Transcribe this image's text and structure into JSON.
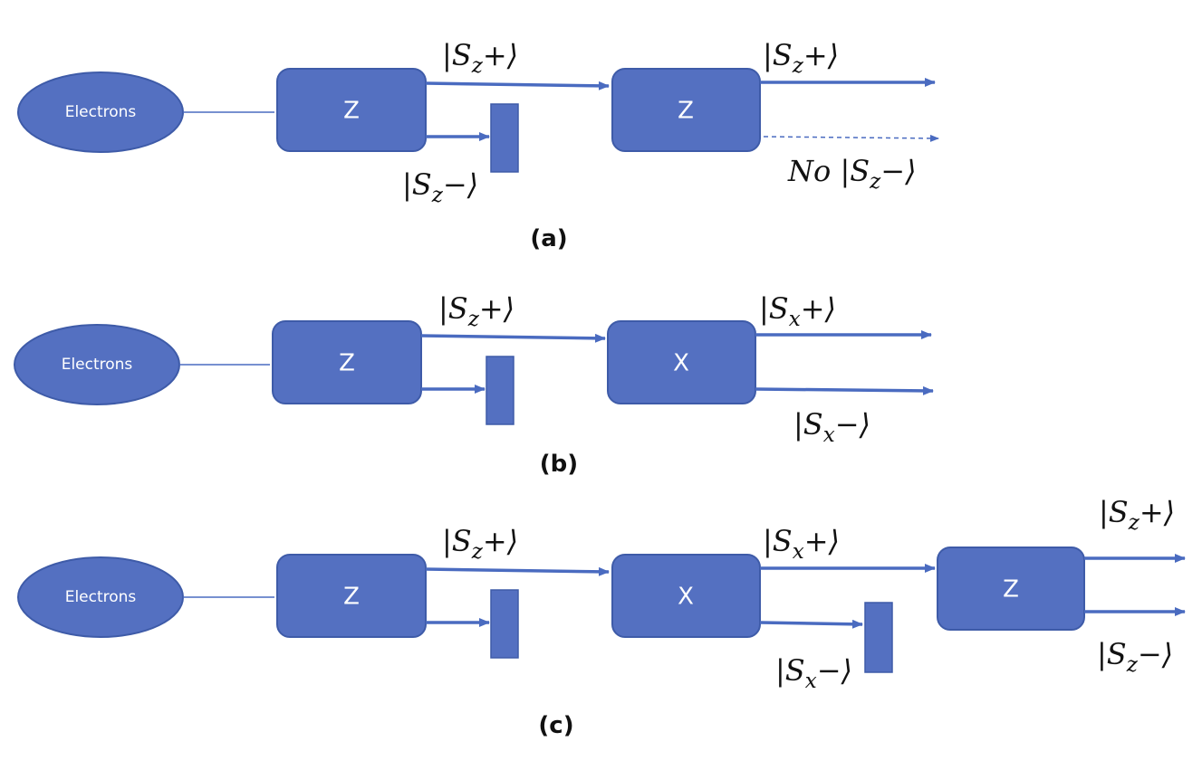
{
  "panels": {
    "a": {
      "caption": "(a)",
      "source": "Electrons",
      "box1": "Z",
      "box2": "Z",
      "label_top_1": "|S_z+⟩",
      "label_bottom_1": "|S_z−⟩",
      "label_top_2": "|S_z+⟩",
      "label_bottom_2": "No |S_z−⟩"
    },
    "b": {
      "caption": "(b)",
      "source": "Electrons",
      "box1": "Z",
      "box2": "X",
      "label_top_1": "|S_z+⟩",
      "label_top_2": "|S_x+⟩",
      "label_bottom_2": "|S_x−⟩"
    },
    "c": {
      "caption": "(c)",
      "source": "Electrons",
      "box1": "Z",
      "box2": "X",
      "box3": "Z",
      "label_top_1": "|S_z+⟩",
      "label_top_2": "|S_x+⟩",
      "label_bottom_2": "|S_x−⟩",
      "label_top_3": "|S_z+⟩",
      "label_bottom_3": "|S_z−⟩"
    }
  },
  "colors": {
    "box_fill": "#5470C1",
    "beam": "#4A6BC0"
  }
}
